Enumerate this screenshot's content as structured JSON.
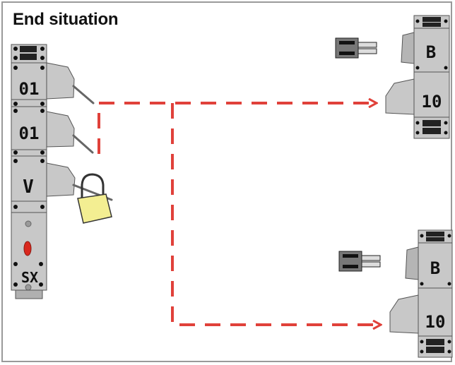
{
  "title": "End situation",
  "left_stack": {
    "modules": [
      "01",
      "01",
      "V"
    ],
    "base_label": "SX"
  },
  "receivers": [
    {
      "top_label": "B",
      "bottom_label": "10"
    },
    {
      "top_label": "B",
      "bottom_label": "10"
    }
  ],
  "colors": {
    "module_body": "#c8c8c8",
    "module_dark": "#222222",
    "arrow": "#e0413a",
    "padlock": "#f3ee92",
    "indicator": "#d9281e"
  },
  "icons": [
    "padlock-icon",
    "key-plug-icon"
  ]
}
